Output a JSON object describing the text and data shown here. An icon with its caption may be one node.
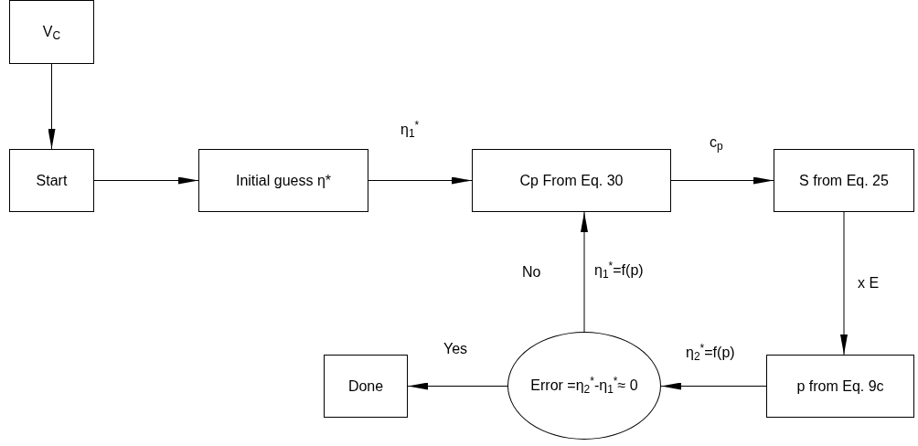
{
  "diagram": {
    "nodes": [
      {
        "text": [
          "V$_{C}$"
        ]
      },
      {
        "text": [
          "Start"
        ]
      },
      {
        "text": [
          "Initial guess η*"
        ]
      },
      {
        "text": [
          "Cp From Eq. 30"
        ]
      },
      {
        "text": [
          "S from Eq. 25"
        ]
      },
      {
        "text": [
          "Done"
        ]
      },
      {
        "text": [
          "Error =η$_{2}$$^{*}$-η$_{1}$$^{*}$≈ 0"
        ]
      },
      {
        "text": [
          "p from Eq. 9c"
        ]
      }
    ],
    "edges": [
      {
        "from": 0,
        "to": 1,
        "arrow": "to"
      },
      {
        "from": 1,
        "to": 2,
        "arrow": "to"
      },
      {
        "from": 2,
        "to": 3,
        "arrow": "to",
        "label": "η$_{1}$$^{*}$"
      },
      {
        "from": 3,
        "to": 4,
        "arrow": "to",
        "label": "c$_{p}$"
      },
      {
        "from": 4,
        "to": 7,
        "arrow": "to",
        "label": "x E"
      },
      {
        "from": 7,
        "to": 6,
        "arrow": "to",
        "label": "η$_{2}$$^{*}$=f(p)"
      },
      {
        "from": 6,
        "to": 5,
        "arrow": "to",
        "label": "Yes"
      },
      {
        "from": 6,
        "to": 3,
        "arrow": "to",
        "label": "η$_{1}$$^{*}$=f(p)"
      }
    ],
    "labels": [
      "No"
    ]
  }
}
